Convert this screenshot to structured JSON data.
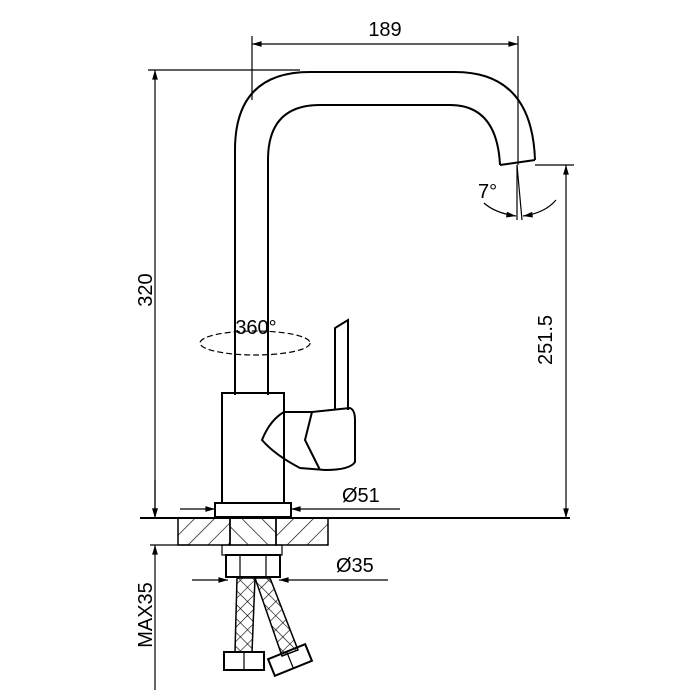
{
  "dimensions": {
    "spout_reach": "189",
    "total_height": "320",
    "spout_height": "251.5",
    "rotation": "360°",
    "spout_angle": "7°",
    "base_diameter": "Ø51",
    "shank_diameter": "Ø35",
    "max_counter_thickness": "MAX35"
  }
}
